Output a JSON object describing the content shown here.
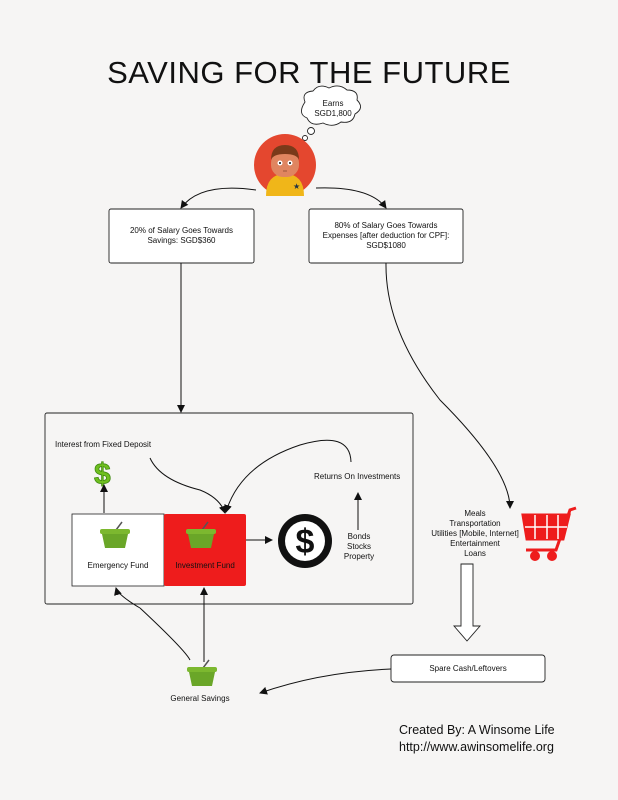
{
  "title": "SAVING FOR THE FUTURE",
  "thought": {
    "line1": "Earns",
    "line2": "SGD1,800"
  },
  "savings_box": {
    "line1": "20% of Salary Goes Towards",
    "line2": "Savings: SGD$360"
  },
  "expenses_box": {
    "line1": "80% of Salary Goes Towards",
    "line2": "Expenses [after deduction for CPF]:",
    "line3": "SGD$1080"
  },
  "interest_label": "Interest from Fixed Deposit",
  "returns_label": "Returns On Investments",
  "emergency_fund": "Emergency Fund",
  "investment_fund": "Investment Fund",
  "investments": [
    "Bonds",
    "Stocks",
    "Property"
  ],
  "expenses": [
    "Meals",
    "Transportation",
    "Utilities [Mobile, Internet]",
    "Entertainment",
    "Loans"
  ],
  "spare_cash": "Spare Cash/Leftovers",
  "general_savings": "General Savings",
  "credits": {
    "by": "Created By: A Winsome Life",
    "url": "http://www.awinsomelife.org"
  },
  "colors": {
    "red": "#ee1c1c",
    "avatar_bg": "#e4472f",
    "green": "#7cb82f",
    "shirt": "#f0b619"
  }
}
